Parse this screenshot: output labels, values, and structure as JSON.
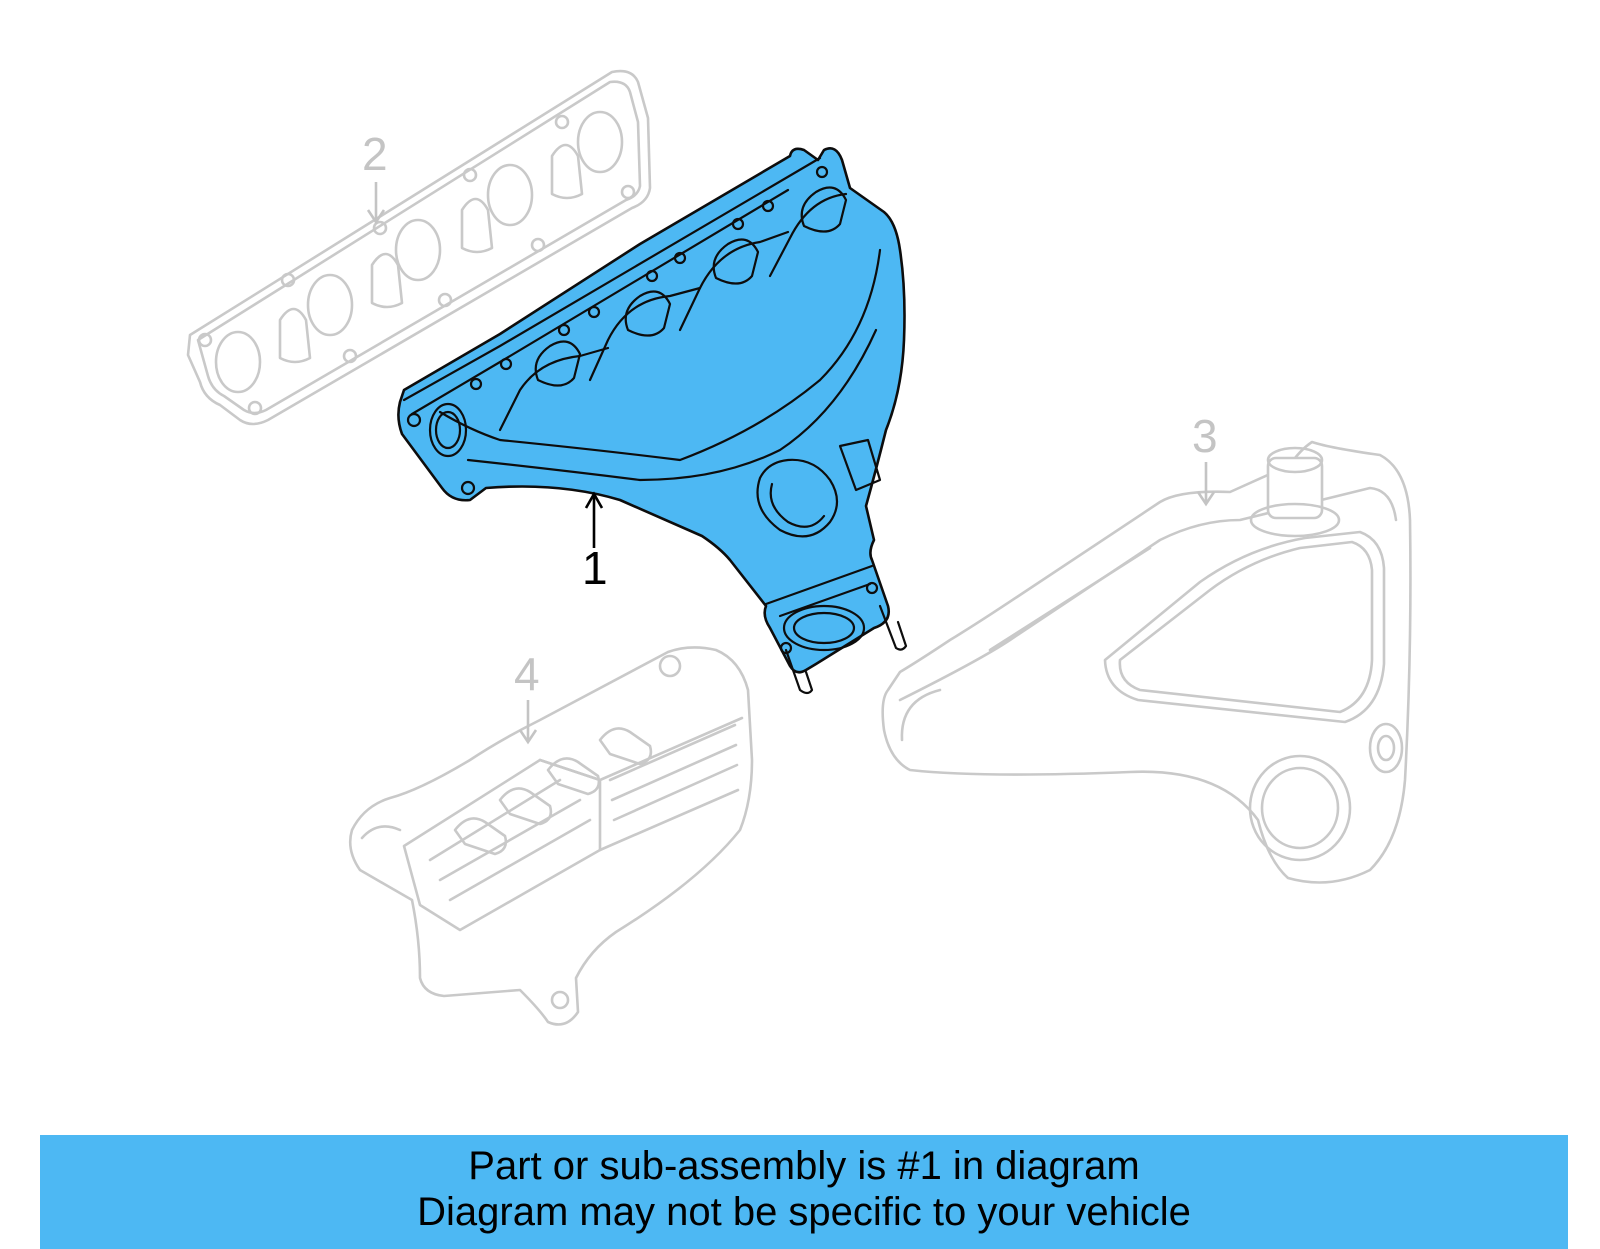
{
  "callouts": {
    "part1": "1",
    "part2": "2",
    "part3": "3",
    "part4": "4"
  },
  "banner": {
    "line1": "Part or sub-assembly is #1 in diagram",
    "line2": "Diagram may not be specific to your vehicle"
  },
  "colors": {
    "highlight": "#4db8f3",
    "ghost": "#c9c9c9"
  }
}
